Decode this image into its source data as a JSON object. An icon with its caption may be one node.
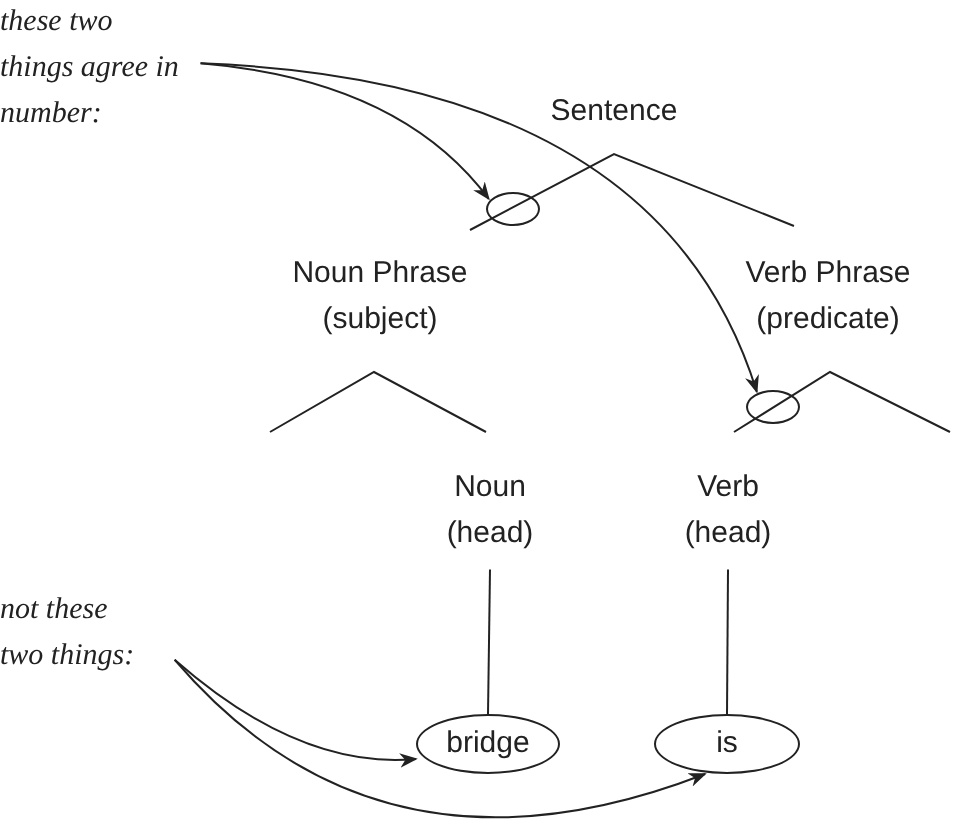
{
  "diagram": {
    "nodes": [
      {
        "text": [
          "these two things agree in number:"
        ]
      },
      {
        "text": [
          "Sentence"
        ]
      },
      {
        "text": [],
        "shape": "ellipse"
      },
      {
        "text": [
          "Noun Phrase",
          "(subject)"
        ]
      },
      {
        "text": [
          "Verb Phrase",
          "(predicate)"
        ]
      },
      {
        "text": [],
        "shape": "ellipse"
      },
      {
        "text": [
          "Noun",
          "(head)"
        ]
      },
      {
        "text": [
          "Verb",
          "(head)"
        ]
      },
      {
        "text": [
          "not these two things:"
        ]
      },
      {
        "text": [
          "bridge"
        ]
      },
      {
        "text": [
          "is"
        ]
      }
    ],
    "edges": [
      {
        "from": 0,
        "to": 2,
        "arrow": "to"
      },
      {
        "from": 0,
        "to": 5,
        "arrow": "to"
      },
      {
        "from": 8,
        "to": 9,
        "arrow": "to"
      },
      {
        "from": 8,
        "to": 10,
        "arrow": "to"
      },
      {
        "from": 6,
        "to": 9,
        "arrow": "none"
      },
      {
        "from": 7,
        "to": 10,
        "arrow": "none"
      }
    ]
  }
}
